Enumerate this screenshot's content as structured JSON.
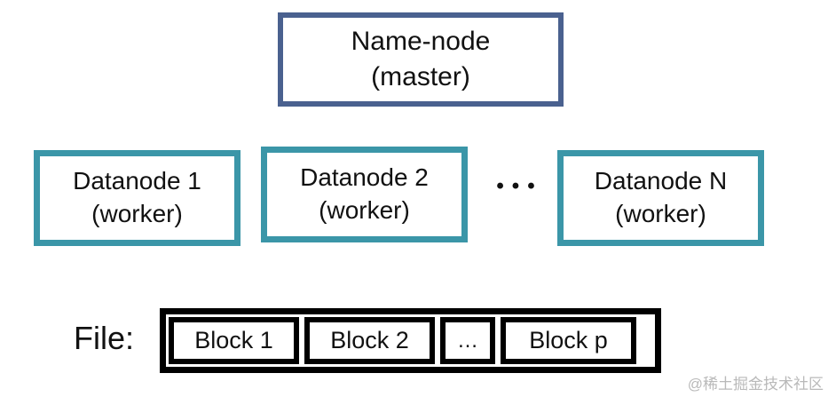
{
  "diagram": {
    "namenode": {
      "line1": "Name-node",
      "line2": "(master)"
    },
    "datanodes": [
      {
        "line1": "Datanode 1",
        "line2": "(worker)"
      },
      {
        "line1": "Datanode 2",
        "line2": "(worker)"
      },
      {
        "line1": "Datanode N",
        "line2": "(worker)"
      }
    ],
    "datanode_ellipsis": "•••",
    "file_label": "File:",
    "blocks": [
      "Block 1",
      "Block 2",
      "…",
      "Block p"
    ],
    "watermark": "@稀土掘金技术社区",
    "colors": {
      "namenode_border": "#4a618f",
      "datanode_border": "#3b96a8",
      "block_border": "#000000",
      "text": "#111111",
      "watermark": "#b9b9b9",
      "background": "#ffffff"
    }
  }
}
